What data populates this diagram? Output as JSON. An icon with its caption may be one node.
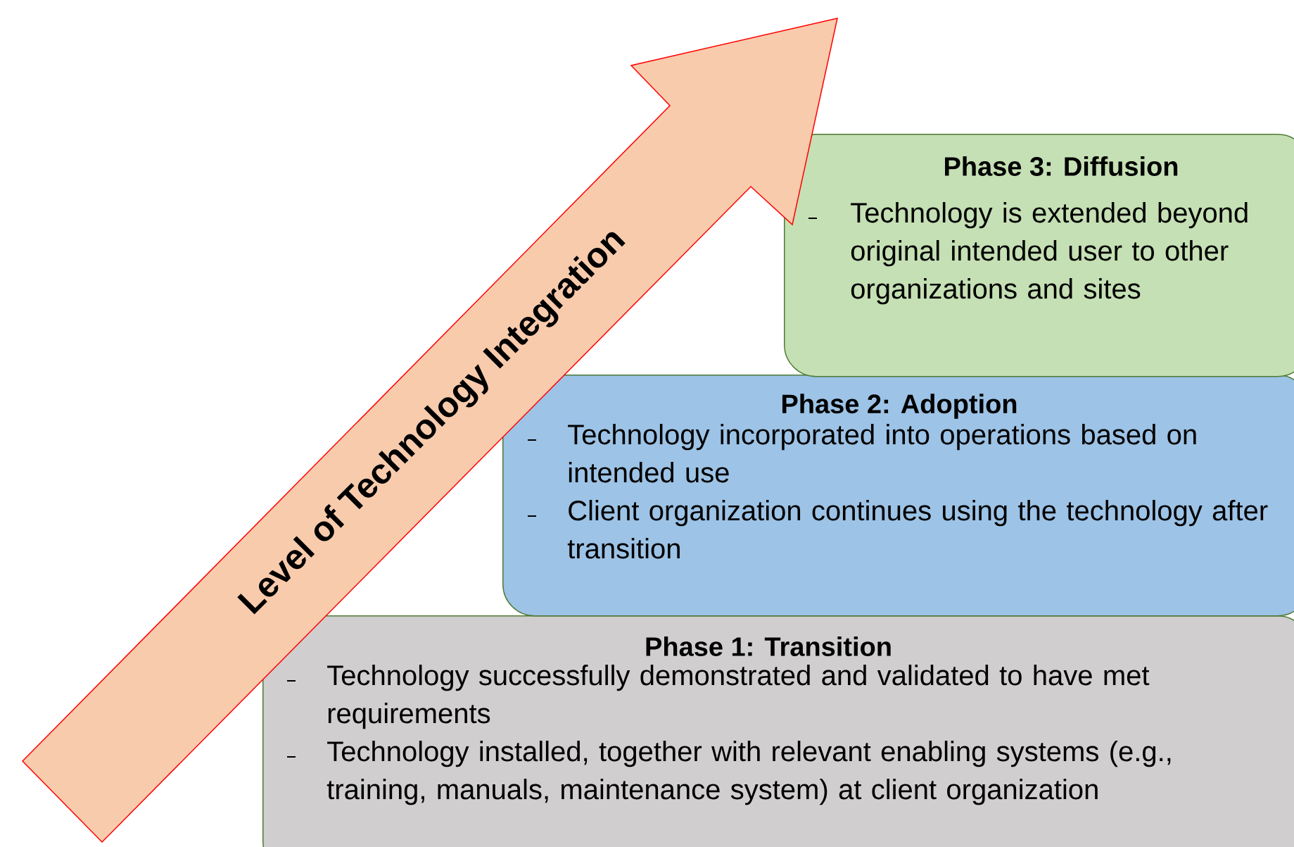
{
  "diagram": {
    "nodes": [
      {
        "text": [
          "Level of Technology Integration"
        ]
      },
      {
        "text": [
          "Phase 3: Diffusion",
          "Technology is extended beyond original intended user to other organizations and sites"
        ]
      },
      {
        "text": [
          "Phase 2: Adoption",
          "Technology incorporated into operations based on intended use",
          "Client organization continues using the technology after transition"
        ]
      },
      {
        "text": [
          "Phase 1: Transition",
          "Technology successfully demonstrated and validated to have met requirements",
          "Technology installed, together with relevant enabling systems (e.g., training, manuals, maintenance system) at client organization"
        ]
      }
    ]
  }
}
